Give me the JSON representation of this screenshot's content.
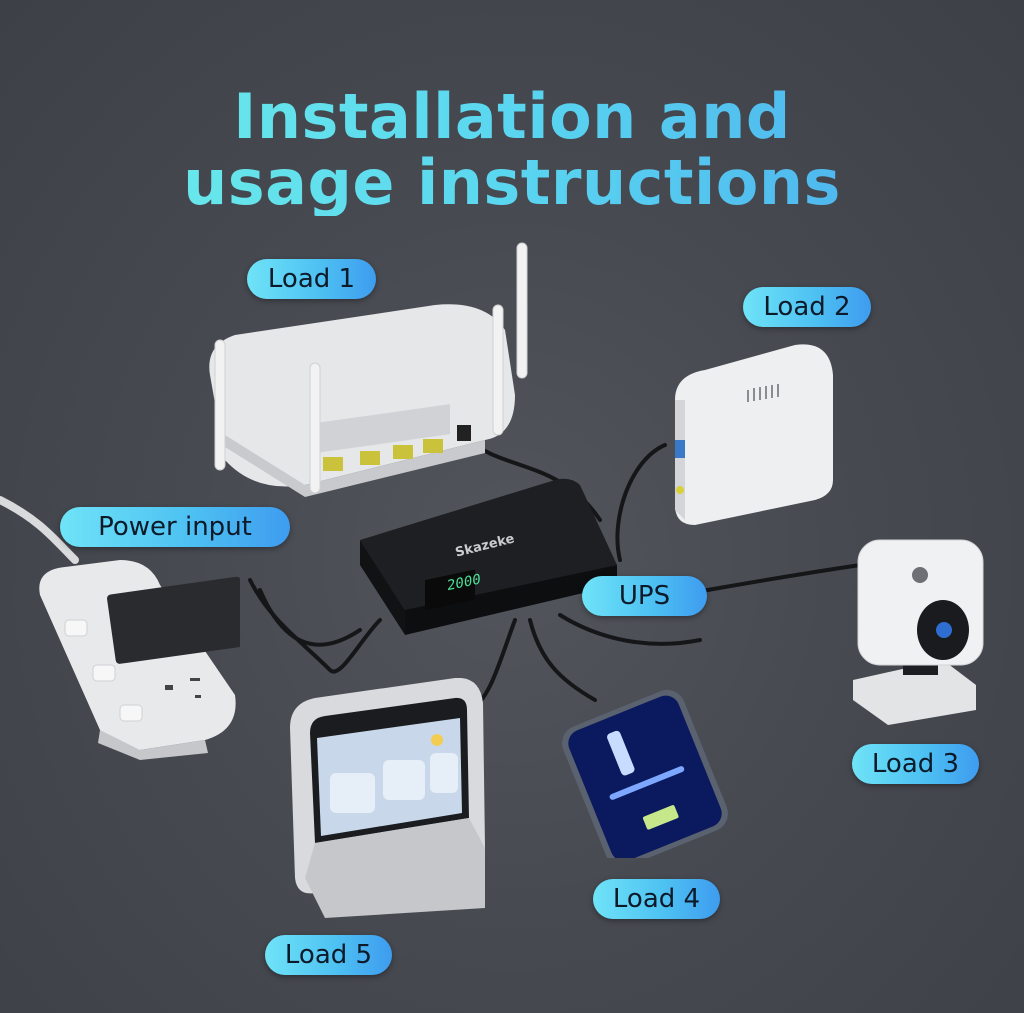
{
  "title": {
    "line1": "Installation and",
    "line2": "usage instructions"
  },
  "labels": {
    "load1": "Load 1",
    "load2": "Load 2",
    "load3": "Load 3",
    "load4": "Load 4",
    "load5": "Load 5",
    "power_input": "Power input",
    "ups": "UPS"
  },
  "devices": {
    "ups_brand": "Skazeke",
    "ups_display": "2000"
  },
  "colors": {
    "background": "#474a51",
    "pill_start": "#6fe3f7",
    "pill_end": "#3e9cef",
    "title_start": "#6ff0e8",
    "title_end": "#4aa8ee",
    "pill_text": "#0d1a2a"
  }
}
